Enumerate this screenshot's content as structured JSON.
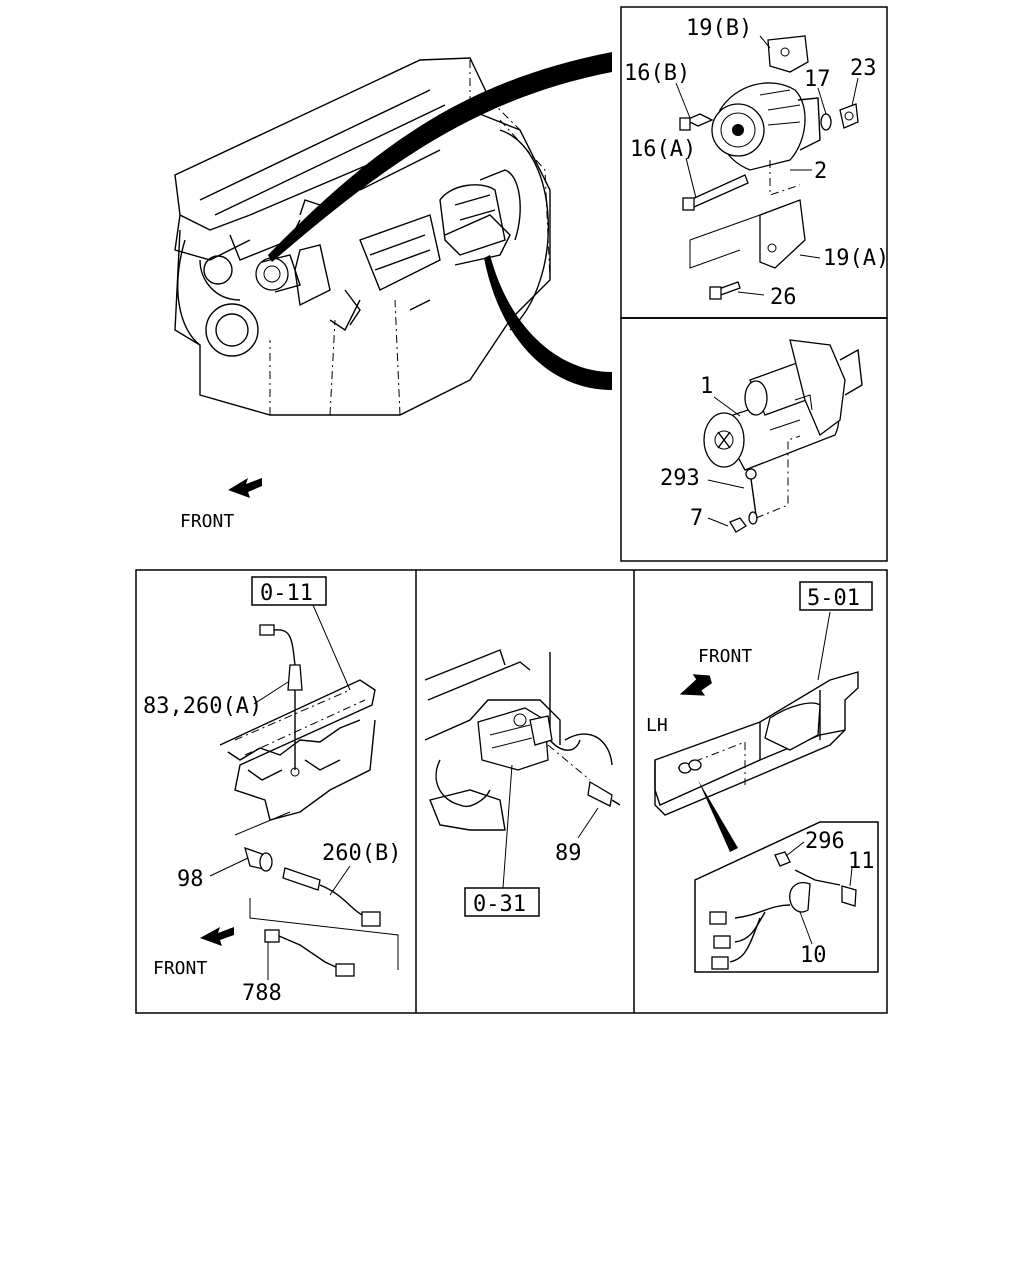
{
  "labels": {
    "alt_19b": "19(B)",
    "alt_16b": "16(B)",
    "alt_17": "17",
    "alt_23": "23",
    "alt_16a": "16(A)",
    "alt_2": "2",
    "alt_19a": "19(A)",
    "alt_26": "26",
    "st_1": "1",
    "st_293": "293",
    "st_7": "7",
    "front_main": "FRONT",
    "ref_011": "0-11",
    "s1_83": "83,260(A)",
    "s1_98": "98",
    "s1_260b": "260(B)",
    "s1_front": "FRONT",
    "s1_788": "788",
    "s2_89": "89",
    "ref_031": "0-31",
    "ref_501": "5-01",
    "s3_front": "FRONT",
    "s3_lh": "LH",
    "s3_296": "296",
    "s3_11": "11",
    "s3_10": "10"
  }
}
